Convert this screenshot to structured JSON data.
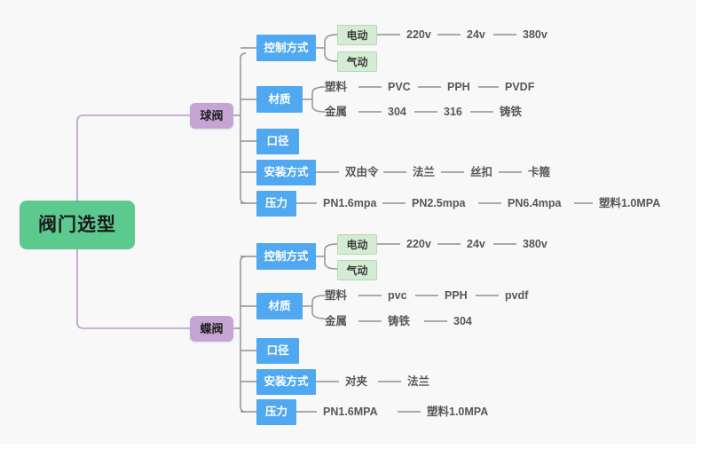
{
  "canvas": {
    "background": "#f8f8f8",
    "root_color": "#5cc98f",
    "level1_color": "#c4a5d4",
    "level2_color": "#4fa8f0",
    "level3_color": "#d5ecd4",
    "line_color": "#8f8f8f",
    "root_line_color": "#b89ccb"
  },
  "root": {
    "label": "阀门选型"
  },
  "branches": [
    {
      "label": "球阀",
      "categories": [
        {
          "label": "控制方式",
          "subnodes": [
            {
              "label": "电动",
              "leaves": [
                "220v",
                "24v",
                "380v"
              ]
            },
            {
              "label": "气动",
              "leaves": []
            }
          ],
          "rows": [],
          "leaves": []
        },
        {
          "label": "材质",
          "subnodes": [],
          "rows": [
            {
              "label": "塑料",
              "leaves": [
                "PVC",
                "PPH",
                "PVDF"
              ]
            },
            {
              "label": "金属",
              "leaves": [
                "304",
                "316",
                "铸铁"
              ]
            }
          ],
          "leaves": []
        },
        {
          "label": "口径",
          "subnodes": [],
          "rows": [],
          "leaves": []
        },
        {
          "label": "安装方式",
          "subnodes": [],
          "rows": [],
          "leaves": [
            "双由令",
            "法兰",
            "丝扣",
            "卡箍"
          ]
        },
        {
          "label": "压力",
          "subnodes": [],
          "rows": [],
          "leaves": [
            "PN1.6mpa",
            "PN2.5mpa",
            "PN6.4mpa",
            "塑料1.0MPA"
          ]
        }
      ]
    },
    {
      "label": "蝶阀",
      "categories": [
        {
          "label": "控制方式",
          "subnodes": [
            {
              "label": "电动",
              "leaves": [
                "220v",
                "24v",
                "380v"
              ]
            },
            {
              "label": "气动",
              "leaves": []
            }
          ],
          "rows": [],
          "leaves": []
        },
        {
          "label": "材质",
          "subnodes": [],
          "rows": [
            {
              "label": "塑料",
              "leaves": [
                "pvc",
                "PPH",
                "pvdf"
              ]
            },
            {
              "label": "金属",
              "leaves": [
                "铸铁",
                "304"
              ]
            }
          ],
          "leaves": []
        },
        {
          "label": "口径",
          "subnodes": [],
          "rows": [],
          "leaves": []
        },
        {
          "label": "安装方式",
          "subnodes": [],
          "rows": [],
          "leaves": [
            "对夹",
            "法兰"
          ]
        },
        {
          "label": "压力",
          "subnodes": [],
          "rows": [],
          "leaves": [
            "PN1.6MPA",
            "塑料1.0MPA"
          ]
        }
      ]
    }
  ]
}
